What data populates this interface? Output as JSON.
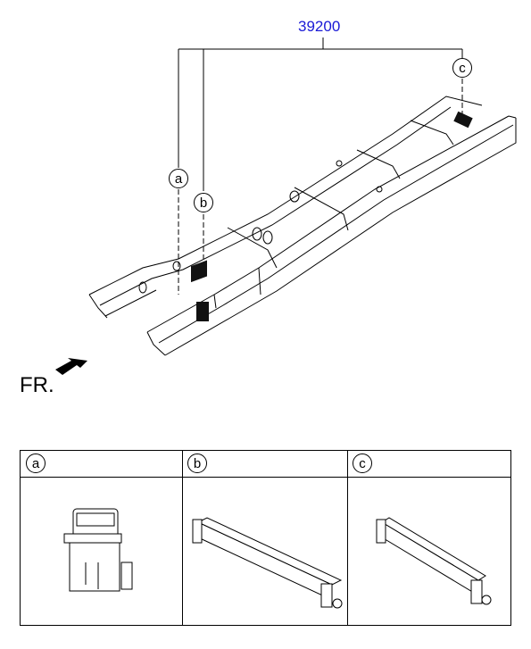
{
  "diagram": {
    "part_number": "39200",
    "fr_label": "FR.",
    "callouts": [
      "a",
      "b",
      "c"
    ],
    "table_headers": [
      "a",
      "b",
      "c"
    ]
  }
}
